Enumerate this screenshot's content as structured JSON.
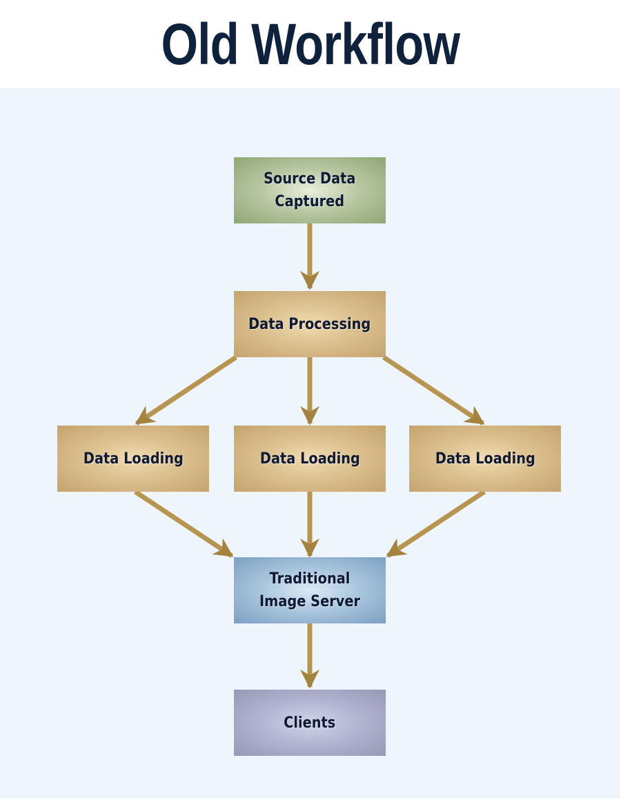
{
  "title": "Old Workflow",
  "colors": {
    "title": "#0e213d",
    "background": "#eef5fc",
    "arrow": "#b08f48",
    "source_box": "#a9bb91",
    "processing_box": "#d8bc8a",
    "server_box": "#9fbcd8",
    "clients_box": "#aaadca"
  },
  "nodes": {
    "source": {
      "line1": "Source Data",
      "line2": "Captured"
    },
    "processing": {
      "label": "Data Processing"
    },
    "loading": [
      {
        "label": "Data Loading"
      },
      {
        "label": "Data Loading"
      },
      {
        "label": "Data Loading"
      }
    ],
    "server": {
      "line1": "Traditional",
      "line2": "Image Server"
    },
    "clients": {
      "label": "Clients"
    }
  },
  "edges": [
    {
      "from": "source",
      "to": "processing"
    },
    {
      "from": "processing",
      "to": "loading-1"
    },
    {
      "from": "processing",
      "to": "loading-2"
    },
    {
      "from": "processing",
      "to": "loading-3"
    },
    {
      "from": "loading-1",
      "to": "server"
    },
    {
      "from": "loading-2",
      "to": "server"
    },
    {
      "from": "loading-3",
      "to": "server"
    },
    {
      "from": "server",
      "to": "clients"
    }
  ]
}
